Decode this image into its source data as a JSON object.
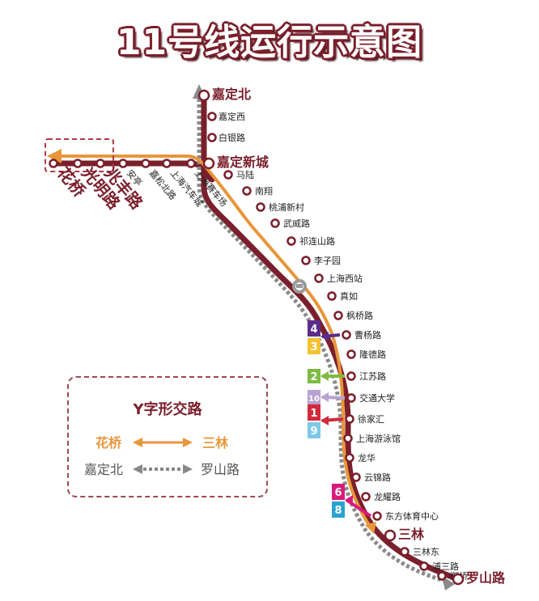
{
  "title": "11号线运行示意图",
  "colors": {
    "line11": "#7a1f2b",
    "express_orange": "#e8963a",
    "express_grey": "#888888"
  },
  "main_stations": [
    {
      "name": "嘉定北",
      "major": true
    },
    {
      "name": "嘉定西",
      "major": false
    },
    {
      "name": "白银路",
      "major": false
    },
    {
      "name": "嘉定新城",
      "major": true
    },
    {
      "name": "马陆",
      "major": false
    },
    {
      "name": "南翔",
      "major": false
    },
    {
      "name": "桃浦新村",
      "major": false
    },
    {
      "name": "武威路",
      "major": false
    },
    {
      "name": "祁连山路",
      "major": false
    },
    {
      "name": "李子园",
      "major": false
    },
    {
      "name": "上海西站",
      "major": false
    },
    {
      "name": "真如",
      "major": false
    },
    {
      "name": "枫桥路",
      "major": false
    },
    {
      "name": "曹杨路",
      "major": false
    },
    {
      "name": "隆德路",
      "major": false
    },
    {
      "name": "江苏路",
      "major": false
    },
    {
      "name": "交通大学",
      "major": false
    },
    {
      "name": "徐家汇",
      "major": false
    },
    {
      "name": "上海游泳馆",
      "major": false
    },
    {
      "name": "龙华",
      "major": false
    },
    {
      "name": "云锦路",
      "major": false
    },
    {
      "name": "龙耀路",
      "major": false
    },
    {
      "name": "东方体育中心",
      "major": false
    },
    {
      "name": "三林",
      "major": true
    },
    {
      "name": "三林东",
      "major": false
    },
    {
      "name": "浦三路",
      "major": false
    },
    {
      "name": "御桥",
      "major": false
    },
    {
      "name": "罗山路",
      "major": true
    }
  ],
  "branch_stations": [
    {
      "name": "上海赛车场"
    },
    {
      "name": "上海汽车城"
    },
    {
      "name": "嘉松北路"
    },
    {
      "name": "安亭"
    },
    {
      "name": "兆丰路",
      "major": true
    },
    {
      "name": "光明路",
      "major": true
    },
    {
      "name": "花桥",
      "major": true
    }
  ],
  "station_icon": "railway-station-icon",
  "transfers": [
    {
      "station": "曹杨路",
      "lines": [
        "4",
        "3"
      ],
      "colors": [
        "#5b2d8a",
        "#f2c230"
      ]
    },
    {
      "station": "江苏路",
      "lines": [
        "2"
      ],
      "colors": [
        "#7dbb42"
      ]
    },
    {
      "station": "交通大学",
      "lines": [
        "10"
      ],
      "colors": [
        "#b8a2d2"
      ]
    },
    {
      "station": "徐家汇",
      "lines": [
        "1",
        "9"
      ],
      "colors": [
        "#d12a3b",
        "#7fc8e8"
      ]
    },
    {
      "station": "东方体育中心",
      "lines": [
        "6",
        "8"
      ],
      "colors": [
        "#d81b7b",
        "#2aa3cf"
      ]
    }
  ],
  "legend": {
    "title": "Y字形交路",
    "route1_from": "花桥",
    "route1_to": "三林",
    "route2_from": "嘉定北",
    "route2_to": "罗山路"
  }
}
